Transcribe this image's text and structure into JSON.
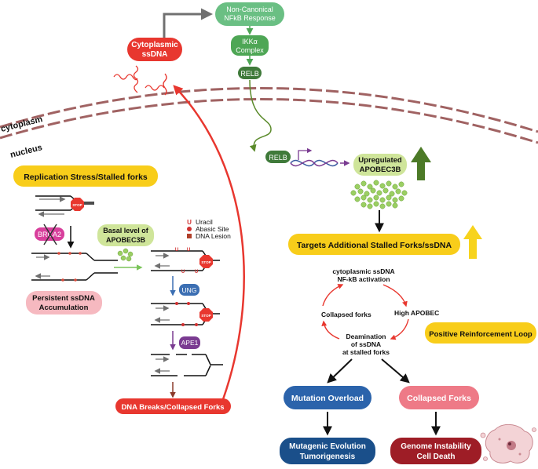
{
  "top": {
    "noncanonical_line1": "Non-Canonical",
    "noncanonical_line2": "NFkB Response",
    "ikk_line1": "IKKα",
    "ikk_line2": "Complex",
    "relb_top": "RELB",
    "cytoplasmic_line1": "Cytoplasmic",
    "cytoplasmic_line2": "ssDNA"
  },
  "compartments": {
    "cytoplasm": "cytoplasm",
    "nucleus": "nucleus"
  },
  "left": {
    "replication_stress": "Replication Stress/Stalled forks",
    "stop": "STOP",
    "brca2": "BRCA2",
    "persistent_line1": "Persistent ssDNA",
    "persistent_line2": "Accumulation",
    "basal_line1": "Basal level of",
    "basal_line2": "APOBEC3B",
    "legend": {
      "uracil_symbol": "U",
      "uracil": "Uracil",
      "abasic": "Abasic Site",
      "lesion": "DNA Lesion"
    },
    "ung": "UNG",
    "ape1": "APE1",
    "dna_breaks": "DNA Breaks/Collapsed Forks"
  },
  "right": {
    "relb_nuclear": "RELB",
    "upregulated_line1": "Upregulated",
    "upregulated_line2": "APOBEC3B",
    "targets": "Targets Additional Stalled Forks/ssDNA",
    "cycle_top_line1": "cytoplasmic ssDNA",
    "cycle_top_line2": "NF-kB activation",
    "cycle_right": "High APOBEC",
    "cycle_left": "Collapsed forks",
    "cycle_bottom_line1": "Deamination",
    "cycle_bottom_line2": "of ssDNA",
    "cycle_bottom_line3": "at stalled forks",
    "positive_loop": "Positive Reinforcement Loop",
    "mutation_overload": "Mutation Overload",
    "collapsed_forks": "Collapsed Forks",
    "mutagenic_line1": "Mutagenic Evolution",
    "mutagenic_line2": "Tumorigenesis",
    "genome_line1": "Genome Instability",
    "genome_line2": "Cell Death"
  },
  "colors": {
    "green_light": "#6abf83",
    "green_mid": "#4ea655",
    "green_dark": "#3f7a3a",
    "red": "#e8372f",
    "yellow": "#f8cd1a",
    "pink_light": "#f6b9c0",
    "magenta": "#d83f9c",
    "lime": "#cfe59a",
    "blue": "#2b63ab",
    "navy": "#1a4f8a",
    "rose": "#ee7a87",
    "dark_red": "#9e1d26",
    "brown": "#a06262",
    "purple": "#7a3b91",
    "ung_blue": "#3c6fb3",
    "arrow_green": "#4c7a27",
    "arrow_yellow": "#f7d31d"
  }
}
